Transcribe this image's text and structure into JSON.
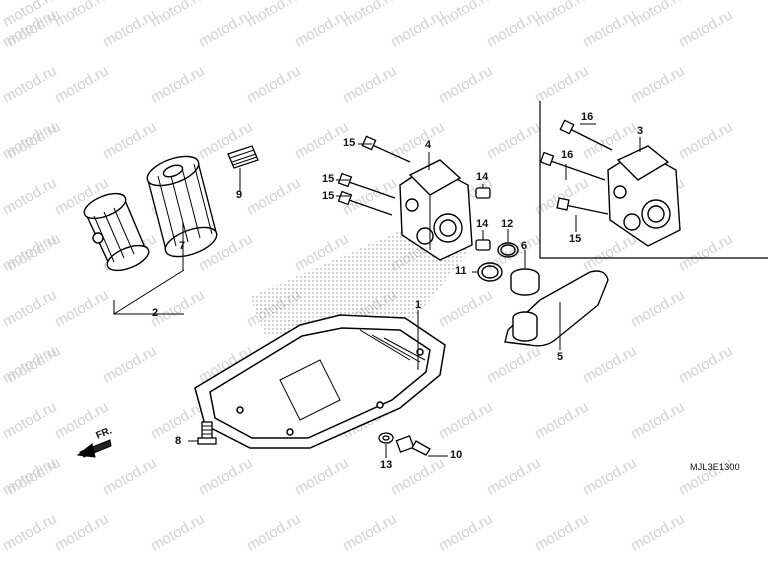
{
  "watermark": {
    "text": "motod.ru",
    "color": "#d2d2d2"
  },
  "diagram_code": "MJL3E1300",
  "direction_marker": "FR.",
  "callouts": {
    "c1": "1",
    "c2": "2",
    "c3": "3",
    "c4": "4",
    "c5": "5",
    "c6": "6",
    "c7": "7",
    "c8": "8",
    "c9": "9",
    "c10": "10",
    "c11": "11",
    "c12": "12",
    "c13": "13",
    "c14a": "14",
    "c14b": "14",
    "c15a": "15",
    "c15b": "15",
    "c15c": "15",
    "c15d": "15",
    "c16a": "16",
    "c16b": "16"
  },
  "parts": [
    {
      "ref": "1",
      "name": "oil-pan"
    },
    {
      "ref": "2",
      "name": "oil-filter-assembly"
    },
    {
      "ref": "3",
      "name": "oil-pump-variant"
    },
    {
      "ref": "4",
      "name": "oil-pump"
    },
    {
      "ref": "5",
      "name": "oil-strainer"
    },
    {
      "ref": "6",
      "name": "strainer-seal"
    },
    {
      "ref": "7",
      "name": "oil-filter-cartridge"
    },
    {
      "ref": "8",
      "name": "flange-bolt"
    },
    {
      "ref": "9",
      "name": "threaded-joint"
    },
    {
      "ref": "10",
      "name": "drain-bolt"
    },
    {
      "ref": "11",
      "name": "o-ring"
    },
    {
      "ref": "12",
      "name": "o-ring"
    },
    {
      "ref": "13",
      "name": "sealing-washer"
    },
    {
      "ref": "14",
      "name": "dowel-pin"
    },
    {
      "ref": "15",
      "name": "flange-bolt"
    },
    {
      "ref": "16",
      "name": "flange-bolt"
    }
  ]
}
